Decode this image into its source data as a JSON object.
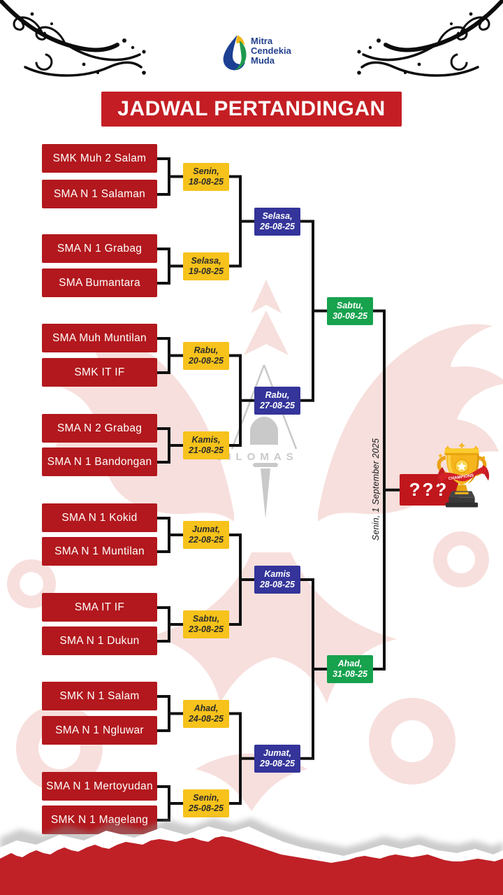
{
  "logo": {
    "name_lines": [
      "Mitra",
      "Cendekia",
      "Muda"
    ]
  },
  "title": "JADWAL PERTANDINGAN",
  "bracket": {
    "round1": [
      {
        "team_top": "SMK Muh 2 Salam",
        "team_bottom": "SMA N 1 Salaman",
        "day": "Senin,",
        "date": "18-08-25"
      },
      {
        "team_top": "SMA N 1 Grabag",
        "team_bottom": "SMA Bumantara",
        "day": "Selasa,",
        "date": "19-08-25"
      },
      {
        "team_top": "SMA Muh Muntilan",
        "team_bottom": "SMK IT IF",
        "day": "Rabu,",
        "date": "20-08-25"
      },
      {
        "team_top": "SMA N 2 Grabag",
        "team_bottom": "SMA N 1 Bandongan",
        "day": "Kamis,",
        "date": "21-08-25"
      },
      {
        "team_top": "SMA N 1 Kokid",
        "team_bottom": "SMA N 1 Muntilan",
        "day": "Jumat,",
        "date": "22-08-25"
      },
      {
        "team_top": "SMA IT IF",
        "team_bottom": "SMA N 1 Dukun",
        "day": "Sabtu,",
        "date": "23-08-25"
      },
      {
        "team_top": "SMK N 1 Salam",
        "team_bottom": "SMA N 1 Ngluwar",
        "day": "Ahad,",
        "date": "24-08-25"
      },
      {
        "team_top": "SMA N 1 Mertoyudan",
        "team_bottom": "SMK N 1 Magelang",
        "day": "Senin,",
        "date": "25-08-25"
      }
    ],
    "round2": [
      {
        "day": "Selasa,",
        "date": "26-08-25"
      },
      {
        "day": "Rabu,",
        "date": "27-08-25"
      },
      {
        "day": "Kamis",
        "date": "28-08-25"
      },
      {
        "day": "Jumat,",
        "date": "29-08-25"
      }
    ],
    "semifinal": [
      {
        "day": "Sabtu,",
        "date": "30-08-25"
      },
      {
        "day": "Ahad,",
        "date": "31-08-25"
      }
    ],
    "final": {
      "date_text": "Senin, 1 September 2025",
      "winner_placeholder": "???"
    }
  },
  "trophy": {
    "ribbon_text": "CHAMPIONS"
  },
  "watermark": {
    "text": "SILOMAS"
  },
  "colors": {
    "team_red": "#b2181d",
    "title_red": "#c41e24",
    "round1_yellow": "#f6c21b",
    "round2_blue": "#34349a",
    "semifinal_green": "#17a24e",
    "torn_red": "#bf2127",
    "logo_blue": "#24418f"
  }
}
